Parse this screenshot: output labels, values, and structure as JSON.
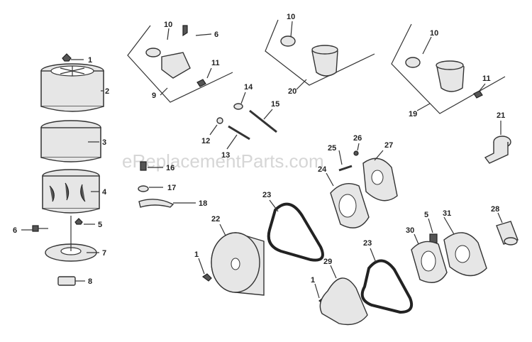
{
  "watermark": "eReplacementParts.com",
  "callouts": [
    {
      "id": "c1a",
      "text": "1"
    },
    {
      "id": "c2",
      "text": "2"
    },
    {
      "id": "c3",
      "text": "3"
    },
    {
      "id": "c4",
      "text": "4"
    },
    {
      "id": "c5a",
      "text": "5"
    },
    {
      "id": "c6a",
      "text": "6"
    },
    {
      "id": "c7",
      "text": "7"
    },
    {
      "id": "c8",
      "text": "8"
    },
    {
      "id": "c10a",
      "text": "10"
    },
    {
      "id": "c6b",
      "text": "6"
    },
    {
      "id": "c11a",
      "text": "11"
    },
    {
      "id": "c9",
      "text": "9"
    },
    {
      "id": "c10b",
      "text": "10"
    },
    {
      "id": "c20",
      "text": "20"
    },
    {
      "id": "c10c",
      "text": "10"
    },
    {
      "id": "c11b",
      "text": "11"
    },
    {
      "id": "c19",
      "text": "19"
    },
    {
      "id": "c21",
      "text": "21"
    },
    {
      "id": "c14",
      "text": "14"
    },
    {
      "id": "c15",
      "text": "15"
    },
    {
      "id": "c12",
      "text": "12"
    },
    {
      "id": "c13",
      "text": "13"
    },
    {
      "id": "c16",
      "text": "16"
    },
    {
      "id": "c17",
      "text": "17"
    },
    {
      "id": "c18",
      "text": "18"
    },
    {
      "id": "c22",
      "text": "22"
    },
    {
      "id": "c23a",
      "text": "23"
    },
    {
      "id": "c24",
      "text": "24"
    },
    {
      "id": "c25",
      "text": "25"
    },
    {
      "id": "c26",
      "text": "26"
    },
    {
      "id": "c27",
      "text": "27"
    },
    {
      "id": "c1b",
      "text": "1"
    },
    {
      "id": "c29",
      "text": "29"
    },
    {
      "id": "c1c",
      "text": "1"
    },
    {
      "id": "c23b",
      "text": "23"
    },
    {
      "id": "c5b",
      "text": "5"
    },
    {
      "id": "c30",
      "text": "30"
    },
    {
      "id": "c31",
      "text": "31"
    },
    {
      "id": "c28",
      "text": "28"
    }
  ]
}
